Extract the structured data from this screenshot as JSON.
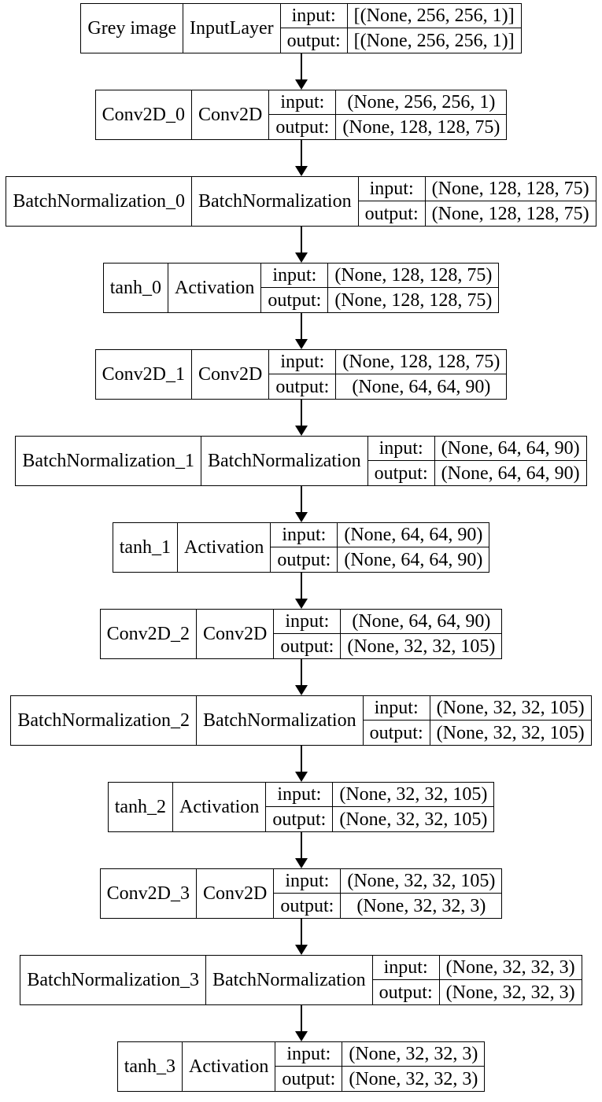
{
  "diagram": {
    "kind": "keras-model-architecture",
    "colors": {
      "border": "#000000",
      "background": "#ffffff",
      "text": "#000000"
    },
    "io_labels": {
      "input": "input:",
      "output": "output:"
    },
    "layers": [
      {
        "name": "Grey image",
        "type": "InputLayer",
        "input": "[(None, 256, 256, 1)]",
        "output": "[(None, 256, 256, 1)]"
      },
      {
        "name": "Conv2D_0",
        "type": "Conv2D",
        "input": "(None, 256, 256, 1)",
        "output": "(None, 128, 128, 75)"
      },
      {
        "name": "BatchNormalization_0",
        "type": "BatchNormalization",
        "input": "(None, 128, 128, 75)",
        "output": "(None, 128, 128, 75)"
      },
      {
        "name": "tanh_0",
        "type": "Activation",
        "input": "(None, 128, 128, 75)",
        "output": "(None, 128, 128, 75)"
      },
      {
        "name": "Conv2D_1",
        "type": "Conv2D",
        "input": "(None, 128, 128, 75)",
        "output": "(None, 64, 64, 90)"
      },
      {
        "name": "BatchNormalization_1",
        "type": "BatchNormalization",
        "input": "(None, 64, 64, 90)",
        "output": "(None, 64, 64, 90)"
      },
      {
        "name": "tanh_1",
        "type": "Activation",
        "input": "(None, 64, 64, 90)",
        "output": "(None, 64, 64, 90)"
      },
      {
        "name": "Conv2D_2",
        "type": "Conv2D",
        "input": "(None, 64, 64, 90)",
        "output": "(None, 32, 32, 105)"
      },
      {
        "name": "BatchNormalization_2",
        "type": "BatchNormalization",
        "input": "(None, 32, 32, 105)",
        "output": "(None, 32, 32, 105)"
      },
      {
        "name": "tanh_2",
        "type": "Activation",
        "input": "(None, 32, 32, 105)",
        "output": "(None, 32, 32, 105)"
      },
      {
        "name": "Conv2D_3",
        "type": "Conv2D",
        "input": "(None, 32, 32, 105)",
        "output": "(None, 32, 32, 3)"
      },
      {
        "name": "BatchNormalization_3",
        "type": "BatchNormalization",
        "input": "(None, 32, 32, 3)",
        "output": "(None, 32, 32, 3)"
      },
      {
        "name": "tanh_3",
        "type": "Activation",
        "input": "(None, 32, 32, 3)",
        "output": "(None, 32, 32, 3)"
      }
    ]
  }
}
